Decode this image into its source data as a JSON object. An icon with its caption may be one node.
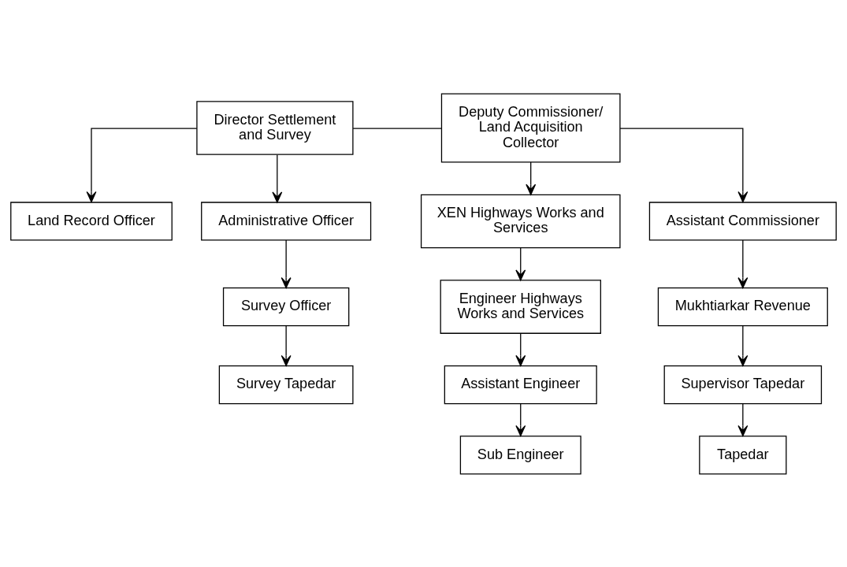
{
  "diagram": {
    "nodes": [
      {
        "text": [
          "Director Settlement and Survey"
        ]
      },
      {
        "text": [
          "Deputy Commissioner/ Land Acquisition Collector"
        ]
      },
      {
        "text": [
          "Land Record Officer"
        ]
      },
      {
        "text": [
          "Administrative Officer"
        ]
      },
      {
        "text": [
          "Survey Officer"
        ]
      },
      {
        "text": [
          "Survey Tapedar"
        ]
      },
      {
        "text": [
          "XEN Highways Works and Services"
        ]
      },
      {
        "text": [
          "Engineer Highways Works and Services"
        ]
      },
      {
        "text": [
          "Assistant Engineer"
        ]
      },
      {
        "text": [
          "Sub Engineer"
        ]
      },
      {
        "text": [
          "Assistant Commissioner"
        ]
      },
      {
        "text": [
          "Mukhtiarkar Revenue"
        ]
      },
      {
        "text": [
          "Supervisor Tapedar"
        ]
      },
      {
        "text": [
          "Tapedar"
        ]
      }
    ],
    "edges": [
      {
        "from": 0,
        "to": 1,
        "arrow": "none"
      },
      {
        "from": 0,
        "to": 2,
        "arrow": "to"
      },
      {
        "from": 0,
        "to": 3,
        "arrow": "to"
      },
      {
        "from": 3,
        "to": 4,
        "arrow": "to"
      },
      {
        "from": 4,
        "to": 5,
        "arrow": "to"
      },
      {
        "from": 1,
        "to": 6,
        "arrow": "to"
      },
      {
        "from": 1,
        "to": 10,
        "arrow": "to"
      },
      {
        "from": 6,
        "to": 7,
        "arrow": "to"
      },
      {
        "from": 7,
        "to": 8,
        "arrow": "to"
      },
      {
        "from": 8,
        "to": 9,
        "arrow": "to"
      },
      {
        "from": 10,
        "to": 11,
        "arrow": "to"
      },
      {
        "from": 11,
        "to": 12,
        "arrow": "to"
      },
      {
        "from": 12,
        "to": 13,
        "arrow": "to"
      }
    ]
  }
}
